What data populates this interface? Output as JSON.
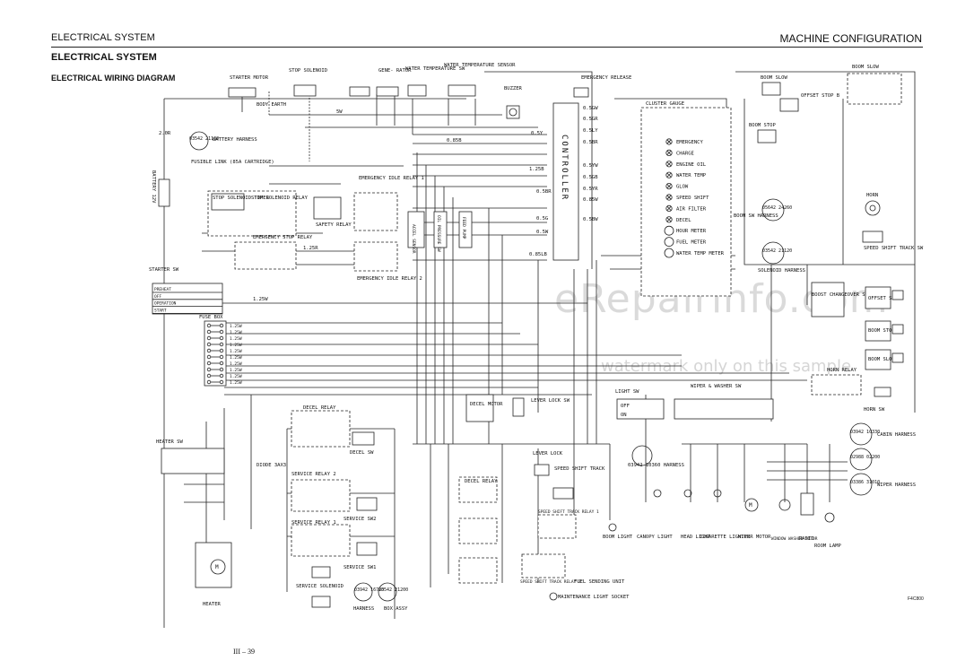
{
  "header": {
    "left": "ELECTRICAL SYSTEM",
    "right": "MACHINE CONFIGURATION"
  },
  "section_title": "ELECTRICAL SYSTEM",
  "diagram_title": "ELECTRICAL WIRING DIAGRAM",
  "page_number": "III – 39",
  "figure_ref": "F4C800",
  "watermark": {
    "main": "eRepairinfo.com",
    "sub": "watermark only on this sample"
  },
  "components": {
    "starter_motor": "STARTER MOTOR",
    "stop_solenoid": "STOP SOLENOID",
    "generator": "GENE- RATOR",
    "water_temp_sw": "WATER TEMPERATURE SW",
    "water_temp_sensor": "WATER TEMPERATURE SENSOR",
    "buzzer": "BUZZER",
    "emergency_release": "EMERGENCY RELEASE",
    "cluster_gauge": "CLUSTER GAUGE",
    "controller": "CONTROLLER",
    "battery_harness": "BATTERY HARNESS",
    "battery_harness_code": "03542 21130",
    "fusible_link": "FUSIBLE LINK (85A CARTRIDGE)",
    "battery": "BATTERY 12V",
    "body_earth": "BODY EARTH",
    "stop_solenoid_timer": "STOP SOLENOID TIMER",
    "stop_solenoid_relay": "STOP SOLENOID RELAY",
    "safety_relay": "SAFETY RELAY",
    "emergency_idle_relay_1": "EMERGENCY IDLE RELAY 1",
    "emergency_idle_relay_2": "EMERGENCY IDLE RELAY 2",
    "emergency_stop_relay": "EMERGENCY STOP RELAY",
    "accel_sensor": "ACCEL SENSOR",
    "oil_pressure_sw": "OIL PRESSURE SW",
    "feed_pump": "FEED PUMP",
    "starter_sw": "STARTER SW",
    "fuse_box": "FUSE BOX",
    "boom_slow": "BOOM SLOW",
    "offset_stop_b": "OFFSET STOP B",
    "boom_stop": "BOOM STOP",
    "boom_sw_harness": "BOOM SW HARNESS",
    "boom_sw_harness_code": "05642 24260",
    "horn": "HORN",
    "solenoid_harness": "SOLENOID HARNESS",
    "solenoid_harness_code": "03542 21120",
    "speed_shift_track_sw": "SPEED SHIFT TRACK SW",
    "boost_changeover_sw": "BOOST CHANGEOVER SW",
    "offset_stop": "OFFSET STOP",
    "boom_stop_sv": "BOOM STOP",
    "boom_slow_sv": "BOOM SLOW",
    "horn_relay": "HORN RELAY",
    "horn_sw": "HORN SW",
    "heater_sw": "HEATER SW",
    "heater": "HEATER",
    "diode": "DIODE 3AX3",
    "decel_relay": "DECEL RELAY",
    "decel_sw": "DECEL SW",
    "decel_motor": "DECEL MOTOR",
    "lever_lock_sw": "LEVER LOCK SW",
    "service_relay_2": "SERVICE RELAY 2",
    "service_sw2": "SERVICE SW2",
    "service_relay_1": "SERVICE RELAY 1",
    "service_sw1": "SERVICE SW1",
    "service_solenoid": "SERVICE SOLENOID",
    "harness": "HARNESS",
    "box_assy": "BOX ASSY",
    "harness_code_1": "03942 16720",
    "harness_code_2": "03542 21200",
    "lever_lock": "LEVER LOCK",
    "speed_shift_track": "SPEED SHIFT TRACK",
    "decel_relay_a": "DECEL RELAY",
    "speed_shift_track_relay_1": "SPEED SHIFT TRACK RELAY 1",
    "speed_shift_track_relay_2": "SPEED SHIFT TRACK RELAY 2",
    "fuel_sending_unit": "FUEL SENDING UNIT",
    "maintenance_light_socket": "MAINTENANCE LIGHT SOCKET",
    "harness_03942": "03942 10360 HARNESS",
    "boom_light": "BOOM LIGHT",
    "light_sw": "LIGHT SW",
    "wiper_washer_sw": "WIPER & WASHER SW",
    "canopy_light": "CANOPY LIGHT",
    "head_light": "HEAD LIGHT",
    "cigarette_lighter": "CIGARETTE LIGHTER",
    "wiper_motor": "WIPER MOTOR",
    "window_washer_motor": "WINDOW WASHER MOTOR",
    "radio": "RADIO",
    "room_lamp": "ROOM LAMP",
    "cabin_harness": "CABIN HARNESS",
    "cabin_harness_code": "03942 10330",
    "wiper_harness": "WIPER HARNESS",
    "wiper_harness_code_1": "02988 02200",
    "wiper_harness_code_2": "03386 31010"
  },
  "cluster_indicators": [
    "EMERGENCY",
    "CHARGE",
    "ENGINE OIL",
    "WATER TEMP",
    "GLOW",
    "SPEED SHIFT",
    "AIR FILTER",
    "DECEL",
    "HOUR METER",
    "FUEL METER",
    "WATER TEMP METER"
  ],
  "starter_sw_positions": [
    "PREHEAT",
    "OFF",
    "OPERATION",
    "START"
  ],
  "fuse_values": [
    "1.25W",
    "1.25W",
    "1.25W",
    "1.25W",
    "1.25W",
    "1.25W",
    "1.25W",
    "1.25W",
    "1.25W",
    "1.25W"
  ],
  "light_sw_positions": [
    "OFF",
    "ON"
  ],
  "wire_labels": [
    "0.85B",
    "0.5GW",
    "0.5GR",
    "0.5LY",
    "0.5BR",
    "0.5YW",
    "0.5GB",
    "0.5YR",
    "1.25B",
    "0.5BW",
    "0.85LB",
    "2.0R",
    "5W",
    "1.25W",
    "0.5Y",
    "1.25R",
    "0.5BR",
    "0.5G",
    "0.5W",
    "0.85W"
  ]
}
